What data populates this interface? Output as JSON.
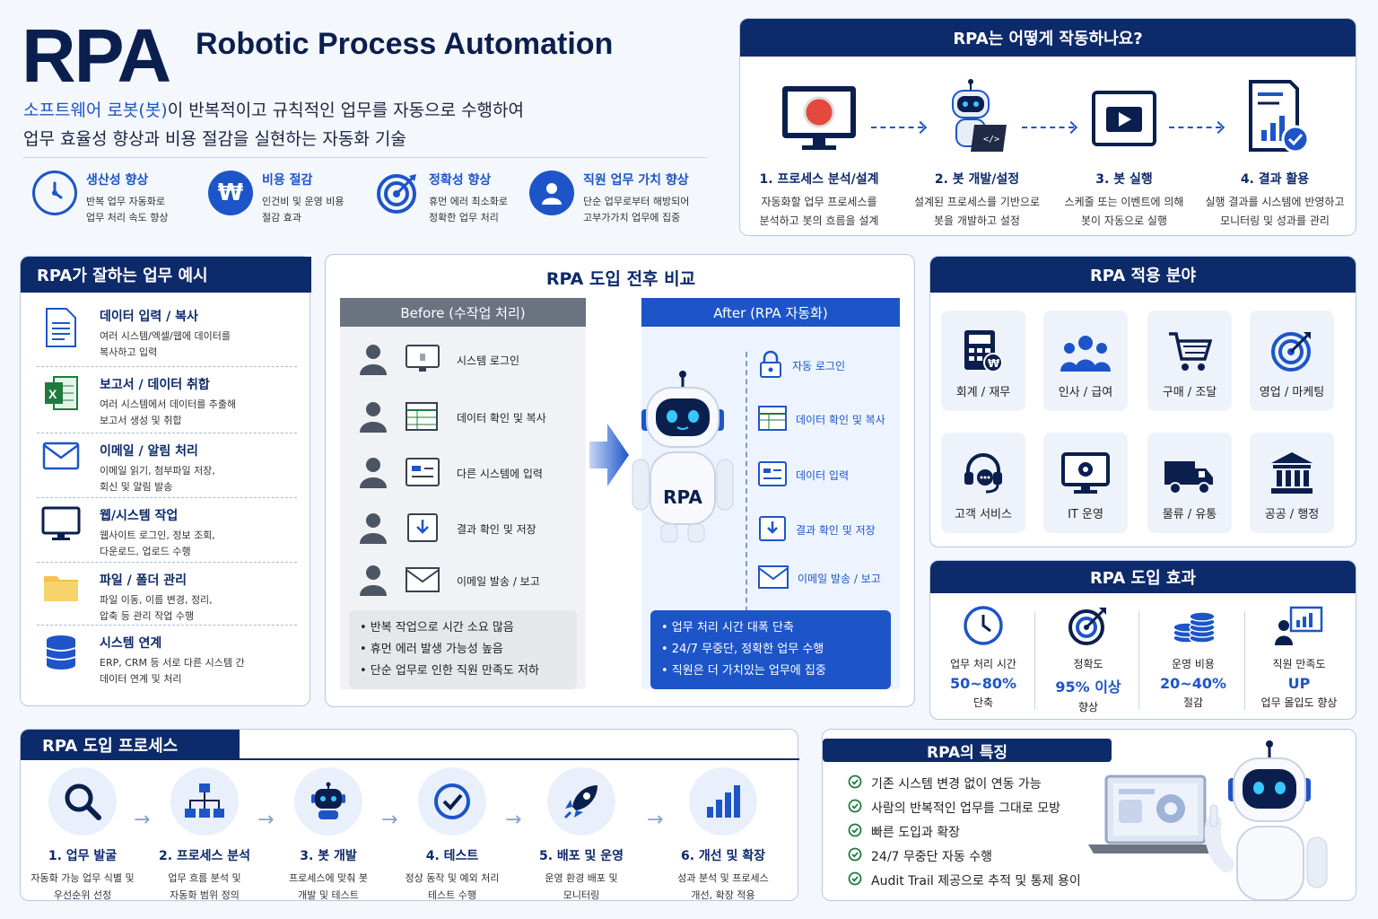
{
  "header": {
    "title": "RPA",
    "subtitle": "Robotic Process Automation",
    "desc_highlight": "소프트웨어 로봇(봇)",
    "desc_line1_rest": "이 반복적이고 규칙적인 업무를 자동으로 수행하여",
    "desc_line2": "업무 효율성 향상과 비용 절감을 실현하는 자동화 기술"
  },
  "benefits": [
    {
      "title": "생산성 향상",
      "line1": "반복 업무 자동화로",
      "line2": "업무 처리 속도 향상",
      "icon": "clock-icon"
    },
    {
      "title": "비용 절감",
      "line1": "인건비 및 운영 비용",
      "line2": "절감 효과",
      "icon": "won-icon"
    },
    {
      "title": "정확성 향상",
      "line1": "휴먼 에러 최소화로",
      "line2": "정확한 업무 처리",
      "icon": "target-icon"
    },
    {
      "title": "직원 업무 가치 향상",
      "line1": "단순 업무로부터 해방되어",
      "line2": "고부가가치 업무에 집중",
      "icon": "user-icon"
    }
  ],
  "how": {
    "title": "RPA는 어떻게 작동하나요?",
    "steps": [
      {
        "title": "1. 프로세스 분석/설계",
        "line1": "자동화할 업무 프로세스를",
        "line2": "분석하고 봇의 흐름을 설계"
      },
      {
        "title": "2. 봇 개발/설정",
        "line1": "설계된 프로세스를 기반으로",
        "line2": "봇을 개발하고 설정"
      },
      {
        "title": "3. 봇 실행",
        "line1": "스케줄 또는 이벤트에 의해",
        "line2": "봇이 자동으로 실행"
      },
      {
        "title": "4. 결과 활용",
        "line1": "실행 결과를 시스템에 반영하고",
        "line2": "모니터링 및 성과를 관리"
      }
    ]
  },
  "tasks": {
    "title": "RPA가 잘하는 업무 예시",
    "items": [
      {
        "title": "데이터 입력 / 복사",
        "line1": "여러 시스템/엑셀/웹에 데이터를",
        "line2": "복사하고 입력"
      },
      {
        "title": "보고서 / 데이터 취합",
        "line1": "여러 시스템에서 데이터를 추출해",
        "line2": "보고서 생성 및 취합"
      },
      {
        "title": "이메일 / 알림 처리",
        "line1": "이메일 읽기, 첨부파일 저장,",
        "line2": "회신 및 알림 발송"
      },
      {
        "title": "웹/시스템 작업",
        "line1": "웹사이트 로그인, 정보 조회,",
        "line2": "다운로드, 업로드 수행"
      },
      {
        "title": "파일 / 폴더 관리",
        "line1": "파일 이동, 이름 변경, 정리,",
        "line2": "압축 등 관리 작업 수행"
      },
      {
        "title": "시스템 연계",
        "line1": "ERP, CRM 등 서로 다른 시스템 간",
        "line2": "데이터 연계 및 처리"
      }
    ]
  },
  "compare": {
    "title": "RPA 도입 전후 비교",
    "before_label": "Before (수작업 처리)",
    "after_label": "After (RPA 자동화)",
    "robot_label": "RPA",
    "before_rows": [
      "시스템 로그인",
      "데이터 확인 및 복사",
      "다른 시스템에 입력",
      "결과 확인 및 저장",
      "이메일 발송 / 보고"
    ],
    "after_rows": [
      "자동 로그인",
      "데이터 확인 및 복사",
      "데이터 입력",
      "결과 확인 및 저장",
      "이메일 발송 / 보고"
    ],
    "before_notes": [
      "• 반복 작업으로 시간 소요 많음",
      "• 휴먼 에러 발생 가능성 높음",
      "• 단순 업무로 인한 직원 만족도 저하"
    ],
    "after_notes": [
      "• 업무 처리 시간 대폭 단축",
      "• 24/7 무중단, 정확한 업무 수행",
      "• 직원은 더 가치있는 업무에 집중"
    ]
  },
  "fields": {
    "title": "RPA 적용 분야",
    "items": [
      "회계 / 재무",
      "인사 / 급여",
      "구매 / 조달",
      "영업 / 마케팅",
      "고객 서비스",
      "IT 운영",
      "물류 / 유통",
      "공공 / 행정"
    ]
  },
  "effects": {
    "title": "RPA 도입 효과",
    "items": [
      {
        "label": "업무 처리 시간",
        "value": "50~80%",
        "suffix": "단축"
      },
      {
        "label": "정확도",
        "value": "95% 이상",
        "suffix": "향상"
      },
      {
        "label": "운영 비용",
        "value": "20~40%",
        "suffix": "절감"
      },
      {
        "label": "직원 만족도",
        "value": "UP",
        "suffix": "업무 몰입도 향상"
      }
    ]
  },
  "process": {
    "title": "RPA 도입 프로세스",
    "steps": [
      {
        "title": "1. 업무 발굴",
        "line1": "자동화 가능 업무 식별 및",
        "line2": "우선순위 선정"
      },
      {
        "title": "2. 프로세스 분석",
        "line1": "업무 흐름 분석 및",
        "line2": "자동화 범위 정의"
      },
      {
        "title": "3. 봇 개발",
        "line1": "프로세스에 맞춰 봇",
        "line2": "개발 및 테스트"
      },
      {
        "title": "4. 테스트",
        "line1": "정상 동작 및 예외 처리",
        "line2": "테스트 수행"
      },
      {
        "title": "5. 배포 및 운영",
        "line1": "운영 환경 배포 및",
        "line2": "모니터링"
      },
      {
        "title": "6. 개선 및 확장",
        "line1": "성과 분석 및 프로세스",
        "line2": "개선, 확장 적용"
      }
    ]
  },
  "features": {
    "title": "RPA의 특징",
    "items": [
      "기존 시스템 변경 없이 연동 가능",
      "사람의 반복적인 업무를 그대로 모방",
      "빠른 도입과 확장",
      "24/7 무중단 자동 수행",
      "Audit Trail 제공으로 추적 및 통제 용이"
    ]
  },
  "colors": {
    "navy": "#0d2a6b",
    "blue": "#1d55c8",
    "light": "#eef3fb"
  }
}
